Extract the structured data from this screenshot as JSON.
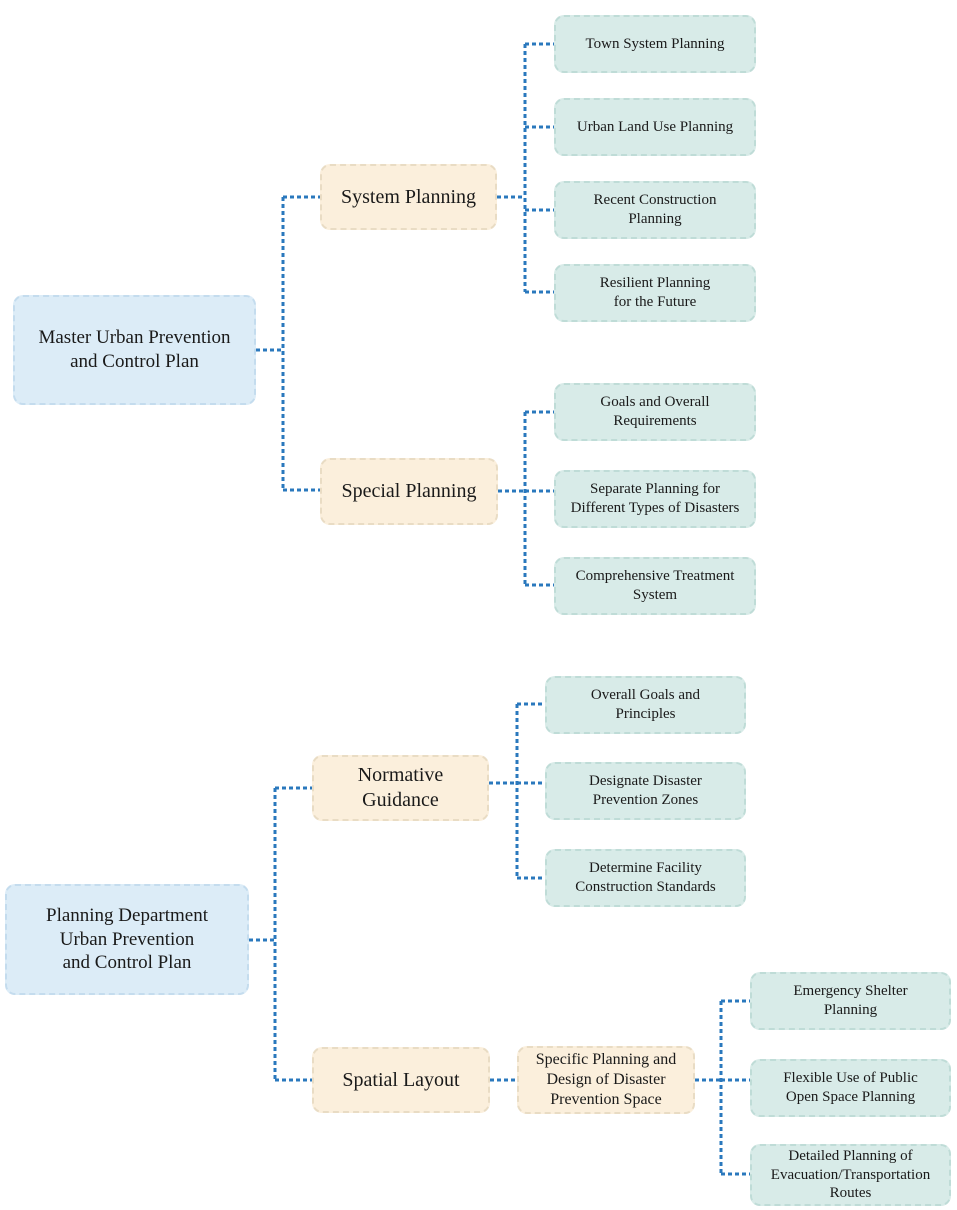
{
  "diagram_a": {
    "root": "Master Urban Prevention\nand Control Plan",
    "system_planning": {
      "label": "System Planning",
      "items": [
        "Town System Planning",
        "Urban Land  Use Planning",
        "Recent Construction\nPlanning",
        "Resilient Planning\nfor the Future"
      ]
    },
    "special_planning": {
      "label": "Special Planning",
      "items": [
        "Goals and Overall\nRequirements",
        "Separate Planning for\nDifferent Types of Disasters",
        "Comprehensive Treatment\nSystem"
      ]
    }
  },
  "diagram_b": {
    "root": "Planning Department\nUrban Prevention\nand Control Plan",
    "normative_guidance": {
      "label": "Normative\nGuidance",
      "items": [
        "Overall Goals and\nPrinciples",
        "Designate Disaster\nPrevention Zones",
        "Determine Facility\nConstruction Standards"
      ]
    },
    "spatial_layout": {
      "label": "Spatial Layout",
      "sub": "Specific Planning and\nDesign of Disaster\nPrevention Space",
      "items": [
        "Emergency Shelter\nPlanning",
        "Flexible Use of Public\nOpen Space Planning",
        "Detailed Planning of\nEvacuation/Transportation\nRoutes"
      ]
    }
  },
  "colors": {
    "connector": "#2a78bd",
    "root_fill": "#dcecf7",
    "branch_fill": "#fbefdc",
    "leaf_fill": "#d8ebe8"
  }
}
